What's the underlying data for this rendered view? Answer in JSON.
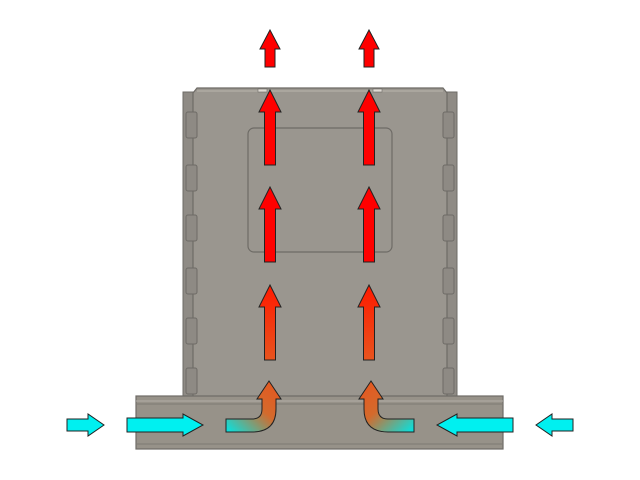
{
  "diagram": {
    "background": "#ffffff",
    "colors": {
      "panel_fill": "#9a968f",
      "panel_stroke": "#6e6b66",
      "panel_highlight": "#b9b5ae",
      "tab_fill": "#8e8a84",
      "duct_fill": "#979289",
      "hot_red": "#ff0000",
      "warm_orange": "#e8541e",
      "cool_cyan": "#00f0f0",
      "outline": "#222222"
    },
    "parts": {
      "enclosure": "enclosure-panel",
      "window": "inner-window-panel",
      "duct": "intake-duct"
    },
    "arrows": {
      "intake": [
        {
          "name": "intake-arrow-outer-left",
          "direction": "right",
          "icon": "arrow-right-icon"
        },
        {
          "name": "intake-arrow-inner-left",
          "direction": "right",
          "icon": "arrow-right-icon"
        },
        {
          "name": "intake-arrow-inner-right",
          "direction": "left",
          "icon": "arrow-left-icon"
        },
        {
          "name": "intake-arrow-outer-right",
          "direction": "left",
          "icon": "arrow-left-icon"
        }
      ],
      "turn": [
        {
          "name": "turn-arrow-left",
          "icon": "curved-arrow-up-icon"
        },
        {
          "name": "turn-arrow-right",
          "icon": "curved-arrow-up-icon"
        }
      ],
      "rising_columns": 2,
      "rising_per_column": 4
    }
  }
}
